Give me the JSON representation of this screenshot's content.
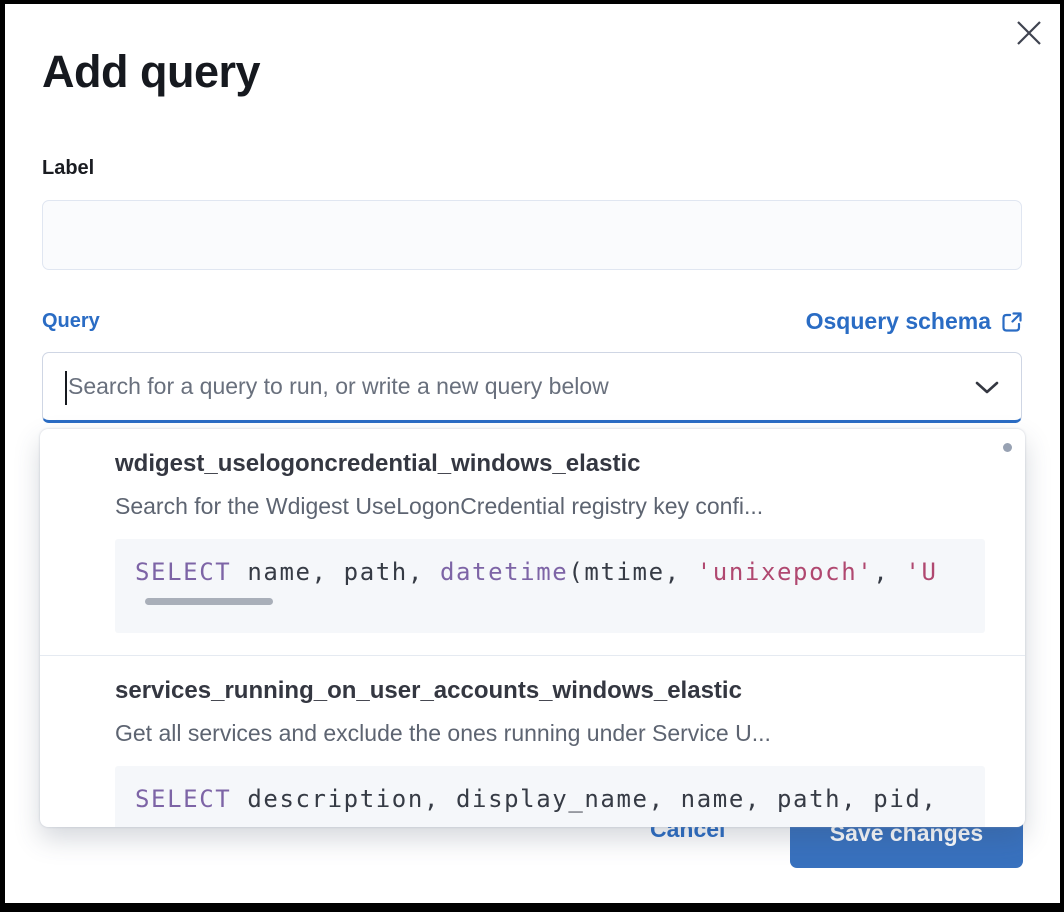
{
  "modal": {
    "title": "Add query"
  },
  "label_field": {
    "label": "Label",
    "value": "",
    "placeholder": ""
  },
  "query_field": {
    "label": "Query",
    "schema_link": "Osquery schema",
    "placeholder": "Search for a query to run, or write a new query below",
    "value": ""
  },
  "dropdown": {
    "options": [
      {
        "title": "wdigest_uselogoncredential_windows_elastic",
        "description": "Search for the Wdigest UseLogonCredential registry key confi...",
        "code": [
          {
            "type": "keyword",
            "text": "SELECT"
          },
          {
            "type": "plain",
            "text": " name, path, "
          },
          {
            "type": "keyword",
            "text": "datetime"
          },
          {
            "type": "plain",
            "text": "(mtime, "
          },
          {
            "type": "string",
            "text": "'unixepoch'"
          },
          {
            "type": "plain",
            "text": ", "
          },
          {
            "type": "string",
            "text": "'U"
          }
        ],
        "has_horizontal_scrollbar": true
      },
      {
        "title": "services_running_on_user_accounts_windows_elastic",
        "description": "Get all services and exclude the ones running under Service U...",
        "code": [
          {
            "type": "keyword",
            "text": "SELECT"
          },
          {
            "type": "plain",
            "text": " description, display_name, name, path, pid,"
          }
        ],
        "has_horizontal_scrollbar": false
      }
    ]
  },
  "footer": {
    "cancel_label": "Cancel",
    "save_label": "Save changes"
  },
  "icons": {
    "close": "x-cross",
    "external_link": "box-with-arrow",
    "chevron": "chevron-down",
    "scrollbar_dot": "vertical-scroll-thumb"
  },
  "colors": {
    "primary_blue": "#2a6cc4",
    "button_blue": "#3871be",
    "title_text": "#16191f",
    "option_title_text": "#343741",
    "description_text": "#5d6471",
    "code_background": "#f5f7fa",
    "code_keyword": "#7d64a6",
    "code_string": "#b04870",
    "input_background": "#fafbfd",
    "scrollbar_thumb": "#a9afb9"
  }
}
